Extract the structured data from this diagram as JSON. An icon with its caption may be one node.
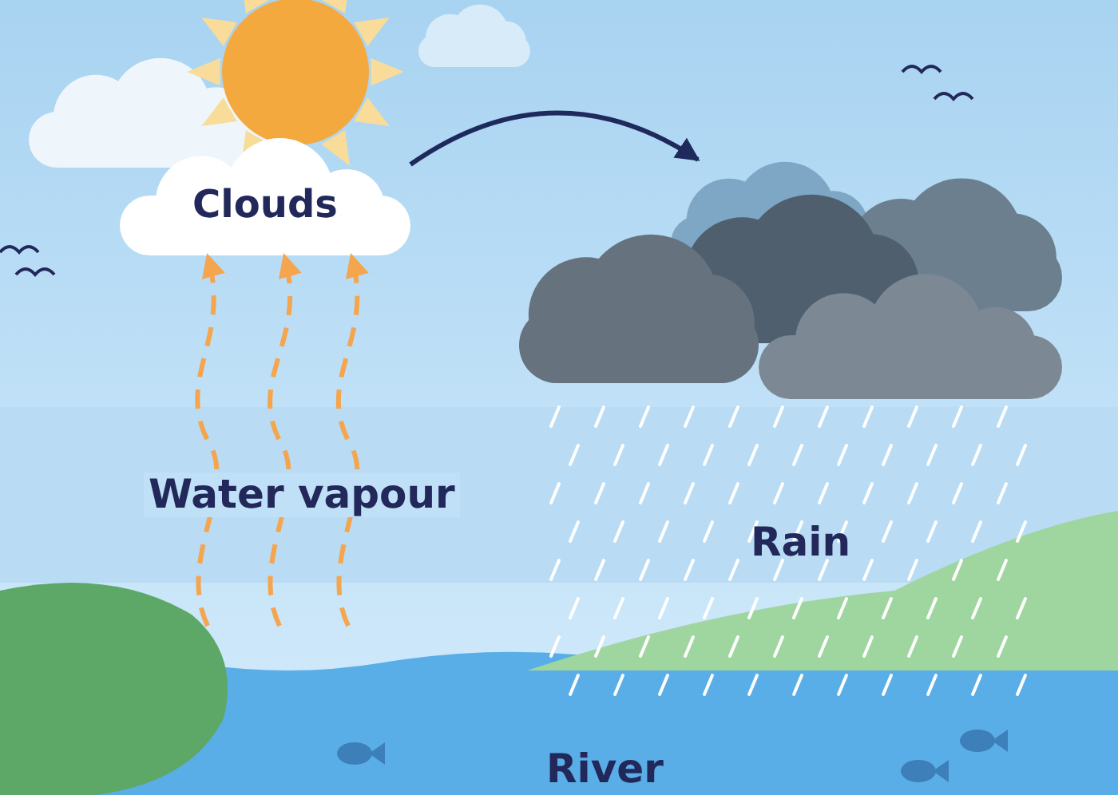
{
  "diagram": {
    "nodes": [
      {
        "text": [
          "Clouds"
        ]
      },
      {
        "text": [],
        "shape": "cloud"
      }
    ],
    "edges": [
      {
        "from": 0,
        "to": 1,
        "arrow": "to",
        "color": "#1f2a5c"
      },
      {
        "from": null,
        "to": 0,
        "arrow": "to",
        "style": "dashed"
      },
      {
        "from": null,
        "to": 0,
        "arrow": "to",
        "style": "dashed"
      },
      {
        "from": null,
        "to": 0,
        "arrow": "to",
        "style": "dashed"
      }
    ],
    "labels": [
      "Water vapour",
      "Rain",
      "River"
    ]
  }
}
